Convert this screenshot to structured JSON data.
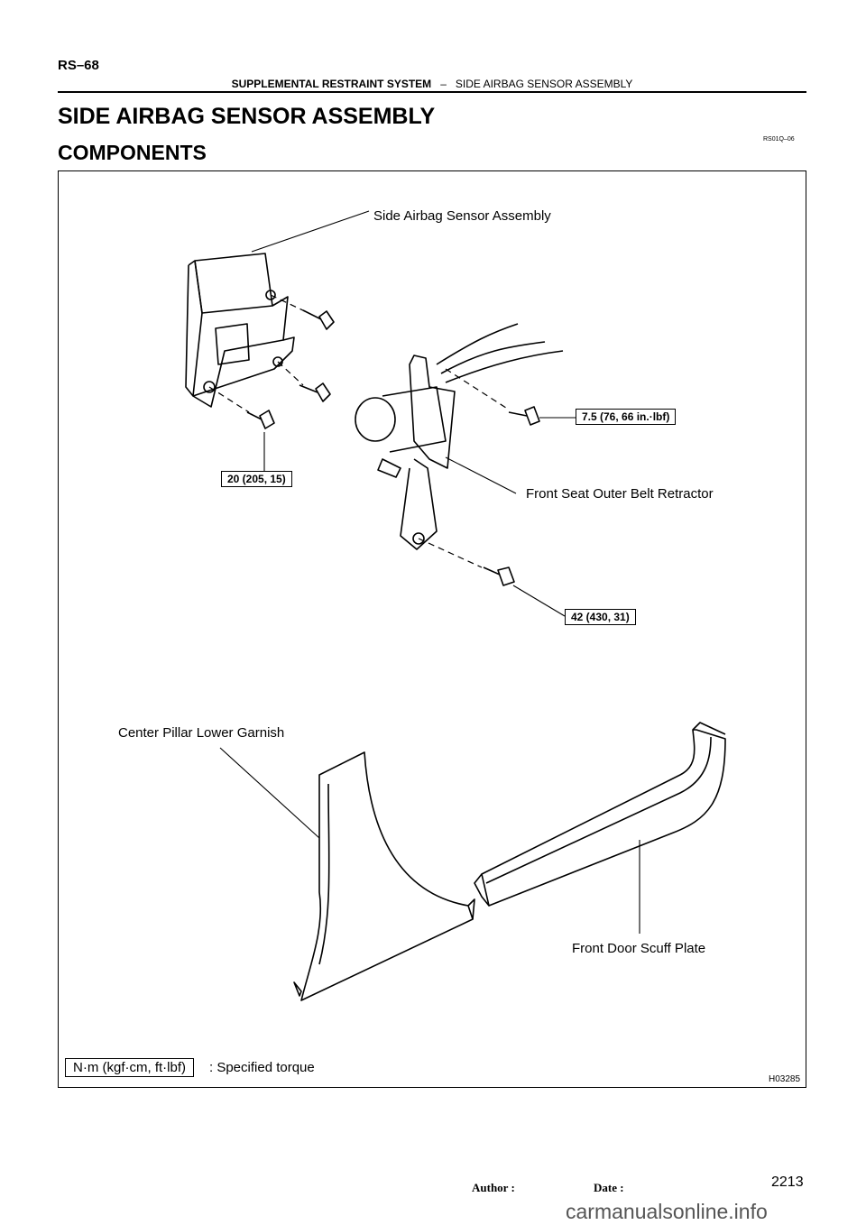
{
  "header": {
    "page_code": "RS–68",
    "chapter": "SUPPLEMENTAL RESTRAINT SYSTEM",
    "separator": "–",
    "section": "SIDE AIRBAG SENSOR ASSEMBLY"
  },
  "titles": {
    "section_title": "SIDE AIRBAG SENSOR ASSEMBLY",
    "sub_title": "COMPONENTS",
    "ref_code": "RS01Q–06"
  },
  "figure": {
    "labels": {
      "sensor": "Side Airbag Sensor Assembly",
      "retractor": "Front Seat Outer Belt Retractor",
      "garnish": "Center Pillar Lower Garnish",
      "scuff_plate": "Front Door Scuff Plate"
    },
    "torques": {
      "t1": "7.5 (76, 66 in.·lbf)",
      "t2": "20 (205, 15)",
      "t3": "42 (430, 31)"
    },
    "legend_unit": "N·m (kgf·cm, ft·lbf)",
    "legend_text": ": Specified torque",
    "figure_id": "H03285"
  },
  "footer": {
    "author_label": "Author :",
    "date_label": "Date :",
    "page_number": "2213"
  },
  "watermark": "carmanualsonline.info"
}
